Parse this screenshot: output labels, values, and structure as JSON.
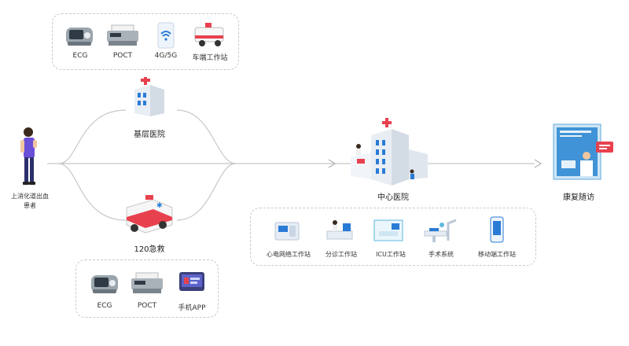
{
  "patient": {
    "label_line1": "上消化道出血",
    "label_line2": "患者"
  },
  "nodes": {
    "primary_hospital": "基层医院",
    "ambulance": "120急救",
    "central_hospital": "中心医院",
    "rehab": "康复随访"
  },
  "top_devices": [
    "ECG",
    "POCT",
    "4G/5G",
    "车端工作站"
  ],
  "bottom_devices": [
    "ECG",
    "POCT",
    "手机APP"
  ],
  "central_stations": [
    "心电网络工作站",
    "分诊工作站",
    "ICU工作站",
    "手术系统",
    "移动端工作站"
  ],
  "colors": {
    "line": "#c8c8c8",
    "accent_red": "#e8414e",
    "accent_blue": "#2a7bd6",
    "patient_shirt": "#6a4fd8",
    "patient_pants": "#2b2f6b"
  }
}
